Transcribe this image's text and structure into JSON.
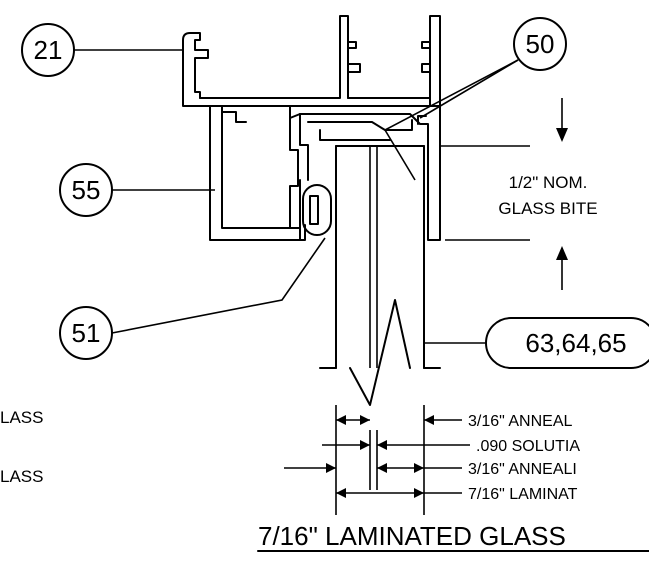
{
  "callouts": {
    "c21": "21",
    "c50": "50",
    "c55": "55",
    "c51": "51",
    "c63": "63,64,65"
  },
  "glass_bite": {
    "line1": "1/2\" NOM.",
    "line2": "GLASS BITE"
  },
  "left_labels": {
    "row1": "LASS",
    "row2": "LASS"
  },
  "dimensions": {
    "d1": "3/16\" ANNEAL",
    "d2": ".090 SOLUTIA",
    "d3": "3/16\" ANNEALI",
    "d4": "7/16\" LAMINAT"
  },
  "title": "7/16\" LAMINATED GLASS"
}
